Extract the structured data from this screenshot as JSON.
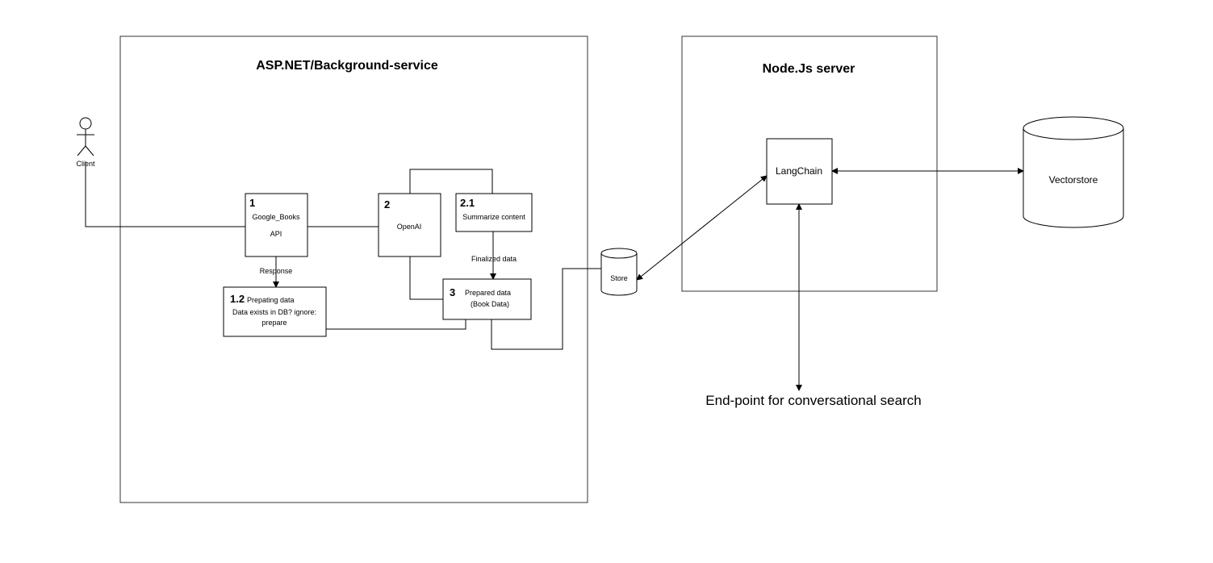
{
  "containers": {
    "asp": {
      "title": "ASP.NET/Background-service"
    },
    "node": {
      "title": "Node.Js server"
    }
  },
  "actor": {
    "label": "Client"
  },
  "nodes": {
    "google_books": {
      "number": "1",
      "line1": "Google_Books",
      "line2": "API"
    },
    "openai": {
      "number": "2",
      "label": "OpenAI"
    },
    "summarize": {
      "number": "2.1",
      "label": "Summarize content"
    },
    "preparing": {
      "number": "1.2",
      "line1": "Prepating data",
      "line2": "Data exists in DB? ignore:",
      "line3": "prepare"
    },
    "prepared": {
      "number": "3",
      "line1": "Prepared data",
      "line2": "(Book Data)"
    },
    "store": {
      "label": "Store"
    },
    "langchain": {
      "label": "LangChain"
    },
    "vectorstore": {
      "label": "Vectorstore"
    }
  },
  "edge_labels": {
    "response": "Response",
    "finalized": "Finalized data"
  },
  "endpoint": {
    "label": "End-point for conversational search"
  }
}
